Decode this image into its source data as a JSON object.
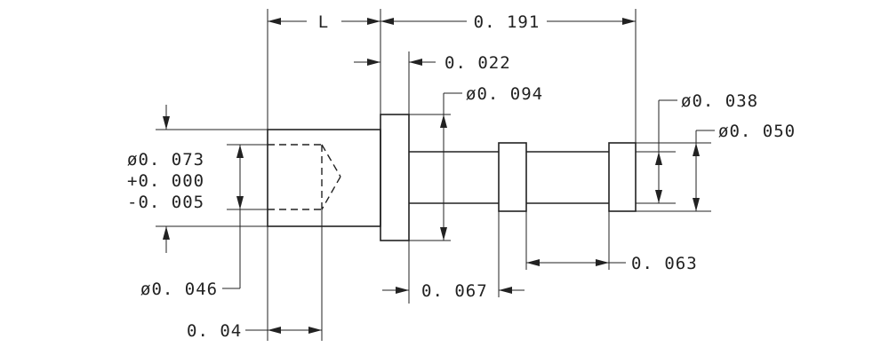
{
  "dimensions": {
    "length_L": "L",
    "overall_length": "0. 191",
    "flange_thickness": "0. 022",
    "flange_diameter": "ø0. 094",
    "tail_diameter": "ø0. 038",
    "ring_diameter": "ø0. 050",
    "body_diameter": "ø0. 073",
    "body_tol_plus": "+0. 000",
    "body_tol_minus": "-0. 005",
    "bore_diameter": "ø0. 046",
    "bore_depth": "0. 04",
    "flange_to_ring": "0. 067",
    "ring_to_ring": "0. 063"
  }
}
